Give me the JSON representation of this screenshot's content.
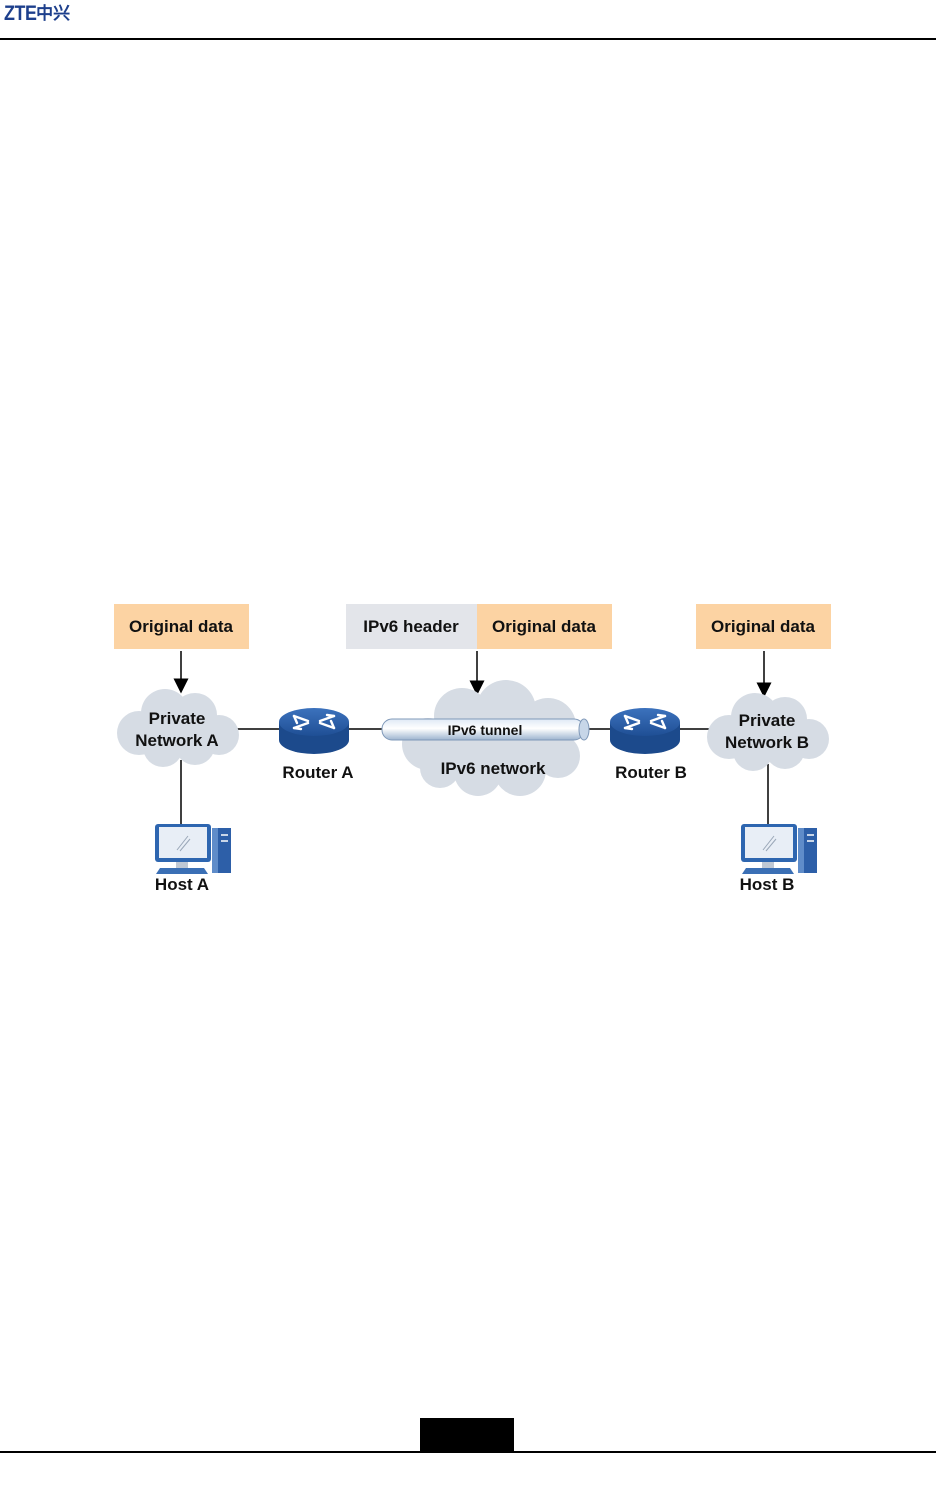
{
  "header": {
    "logo_latin": "ZTE",
    "logo_cjk": "中兴"
  },
  "diagram": {
    "packet_left": "Original data",
    "packet_middle_header": "IPv6 header",
    "packet_middle_data": "Original data",
    "packet_right": "Original data",
    "network_a": [
      "Private",
      "Network A"
    ],
    "network_b": [
      "Private",
      "Network B"
    ],
    "router_a": "Router A",
    "router_b": "Router B",
    "tunnel": "IPv6 tunnel",
    "ipv6_network": "IPv6 network",
    "host_a": "Host A",
    "host_b": "Host B"
  },
  "colors": {
    "packet_orange": "#fcd3a3",
    "header_gray": "#e3e5ea",
    "cloud": "#d6dce4",
    "router": "#2d5fa8",
    "logo_blue": "#1d3f8c"
  }
}
